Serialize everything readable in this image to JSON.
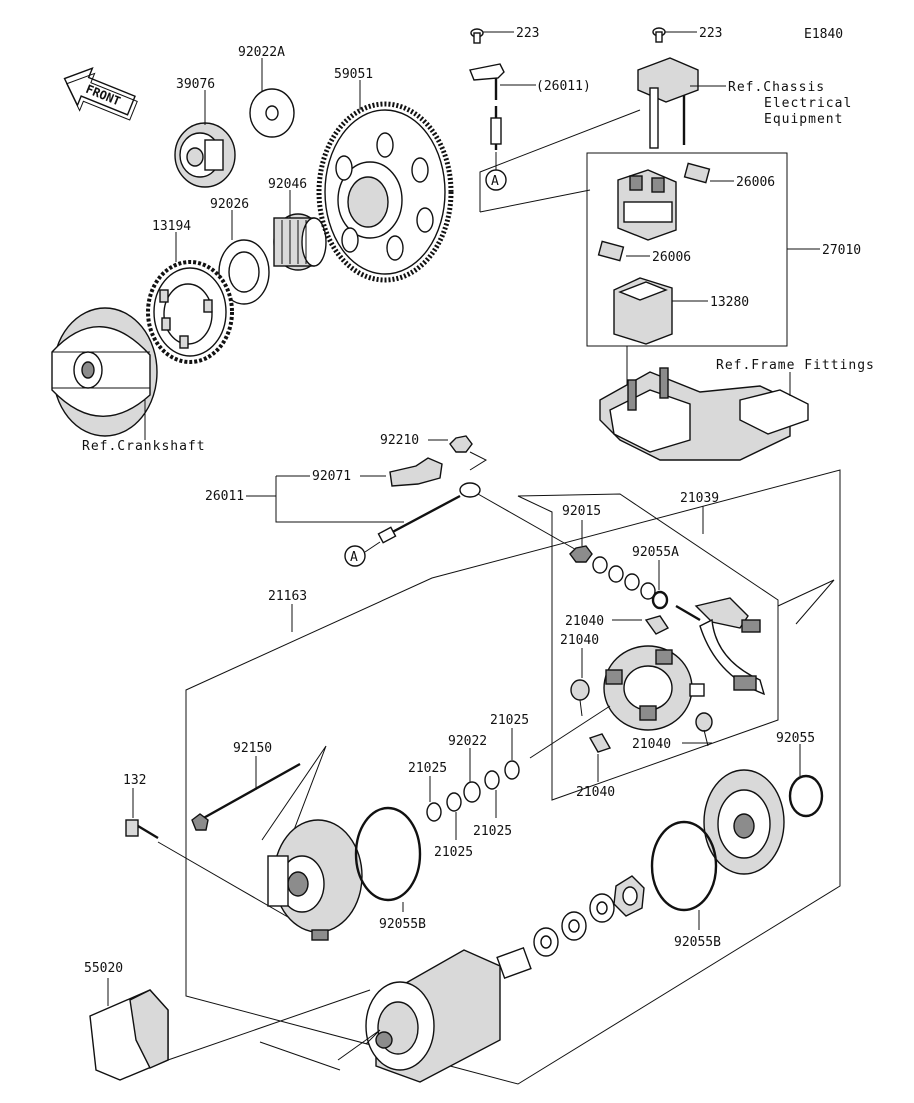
{
  "diagram_code": "E1840",
  "front_badge": "FRONT",
  "callouts": {
    "c39076": "39076",
    "c92022A": "92022A",
    "c59051": "59051",
    "c92046": "92046",
    "c92026": "92026",
    "c13194": "13194",
    "c223_a": "223",
    "c223_b": "223",
    "c26011_top": "(26011)",
    "c26006_a": "26006",
    "c26006_b": "26006",
    "c27010": "27010",
    "c13280": "13280",
    "c92210": "92210",
    "c92071": "92071",
    "c26011": "26011",
    "c92015": "92015",
    "c21039": "21039",
    "c92055A": "92055A",
    "c21040_a": "21040",
    "c21040_b": "21040",
    "c21040_c": "21040",
    "c21040_d": "21040",
    "c21163": "21163",
    "c92150": "92150",
    "c21025_a": "21025",
    "c21025_b": "21025",
    "c21025_c": "21025",
    "c21025_d": "21025",
    "c92022": "92022",
    "c92055": "92055",
    "c132": "132",
    "c92055B_a": "92055B",
    "c92055B_b": "92055B",
    "c55020": "55020"
  },
  "refs": {
    "chassis_line1": "Ref.Chassis",
    "chassis_line2": "Electrical",
    "chassis_line3": "Equipment",
    "frame": "Ref.Frame Fittings",
    "crankshaft": "Ref.Crankshaft"
  },
  "connectors": {
    "top": "A",
    "bottom": "A"
  }
}
